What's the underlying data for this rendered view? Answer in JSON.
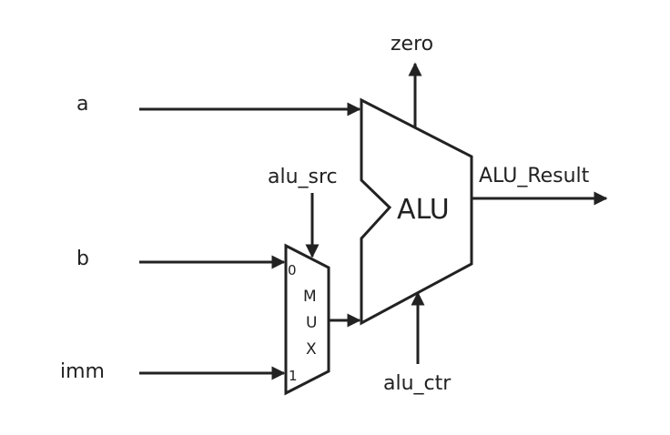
{
  "inputs": {
    "a": "a",
    "b": "b",
    "imm": "imm"
  },
  "control": {
    "alu_src": "alu_src",
    "alu_ctr": "alu_ctr"
  },
  "outputs": {
    "zero": "zero",
    "alu_result": "ALU_Result"
  },
  "alu": {
    "label": "ALU"
  },
  "mux": {
    "letters": [
      "M",
      "U",
      "X"
    ],
    "port_0": "0",
    "port_1": "1"
  },
  "colors": {
    "stroke": "#222222",
    "background": "#ffffff"
  }
}
